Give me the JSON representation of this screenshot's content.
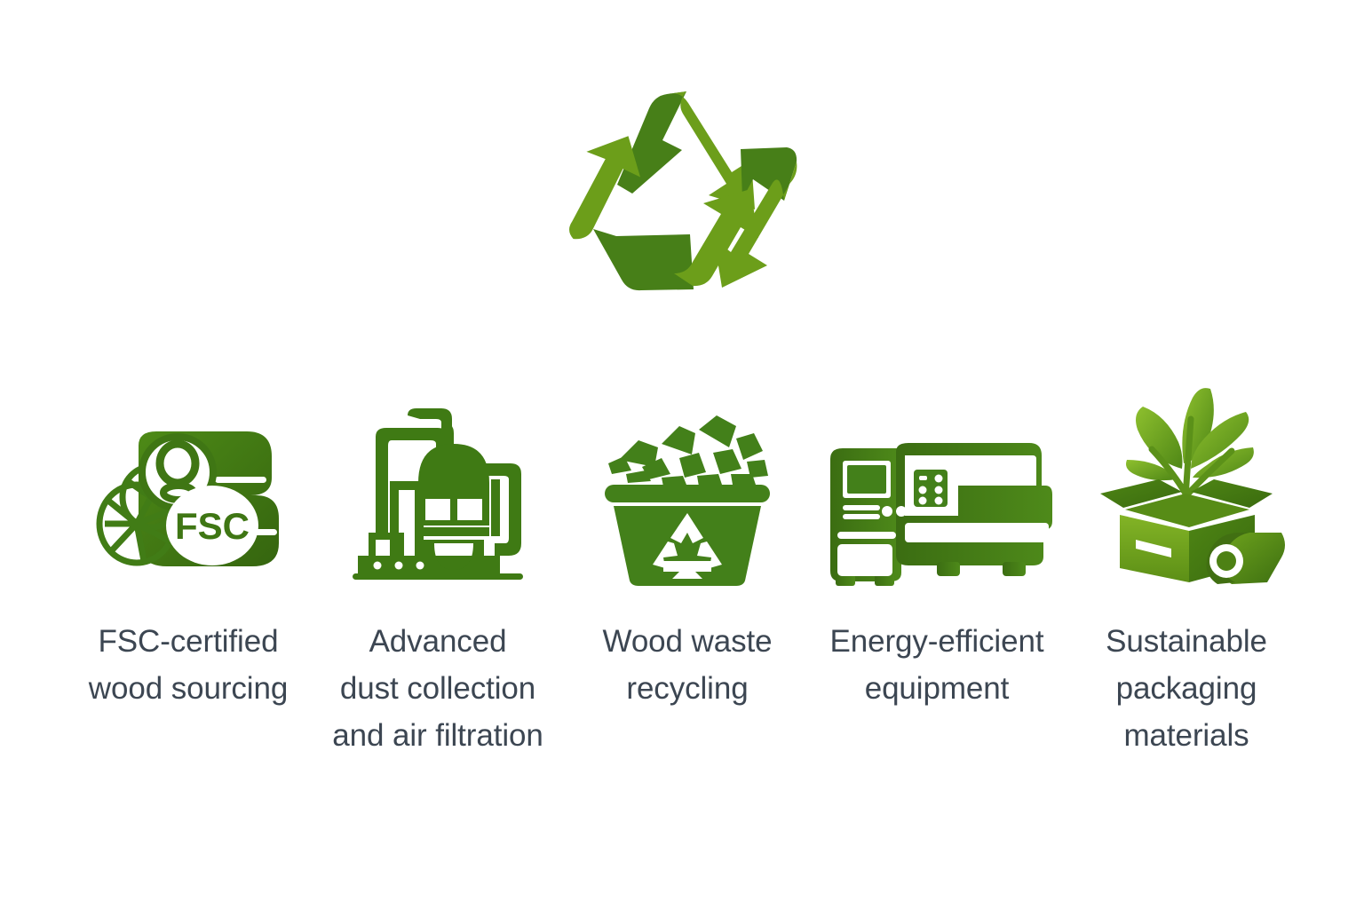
{
  "page": {
    "background": "#ffffff",
    "text_color": "#3c4652"
  },
  "hero": {
    "icon": "recycling-symbol",
    "colors": {
      "dark_green": "#477f18",
      "light_green": "#6c9e1a"
    }
  },
  "palette": {
    "solid_green": "#43801a",
    "dark_green": "#3f7014",
    "mid_green": "#5a9018",
    "light_green": "#7cab1e",
    "leaf_green": "#86b62c"
  },
  "pillars": [
    {
      "id": "fsc-wood-sourcing",
      "icon": "fsc-logs-icon",
      "badge_text": "FSC",
      "caption": "FSC-certified\nwood sourcing"
    },
    {
      "id": "dust-collection",
      "icon": "dust-collector-icon",
      "caption": "Advanced\ndust collection\nand air filtration"
    },
    {
      "id": "wood-waste-recycling",
      "icon": "recycling-bin-icon",
      "caption": "Wood waste\nrecycling"
    },
    {
      "id": "energy-efficient-equipment",
      "icon": "cnc-machine-icon",
      "caption": "Energy-efficient\nequipment"
    },
    {
      "id": "sustainable-packaging",
      "icon": "plant-in-box-icon",
      "caption": "Sustainable\npackaging\nmaterials"
    }
  ]
}
